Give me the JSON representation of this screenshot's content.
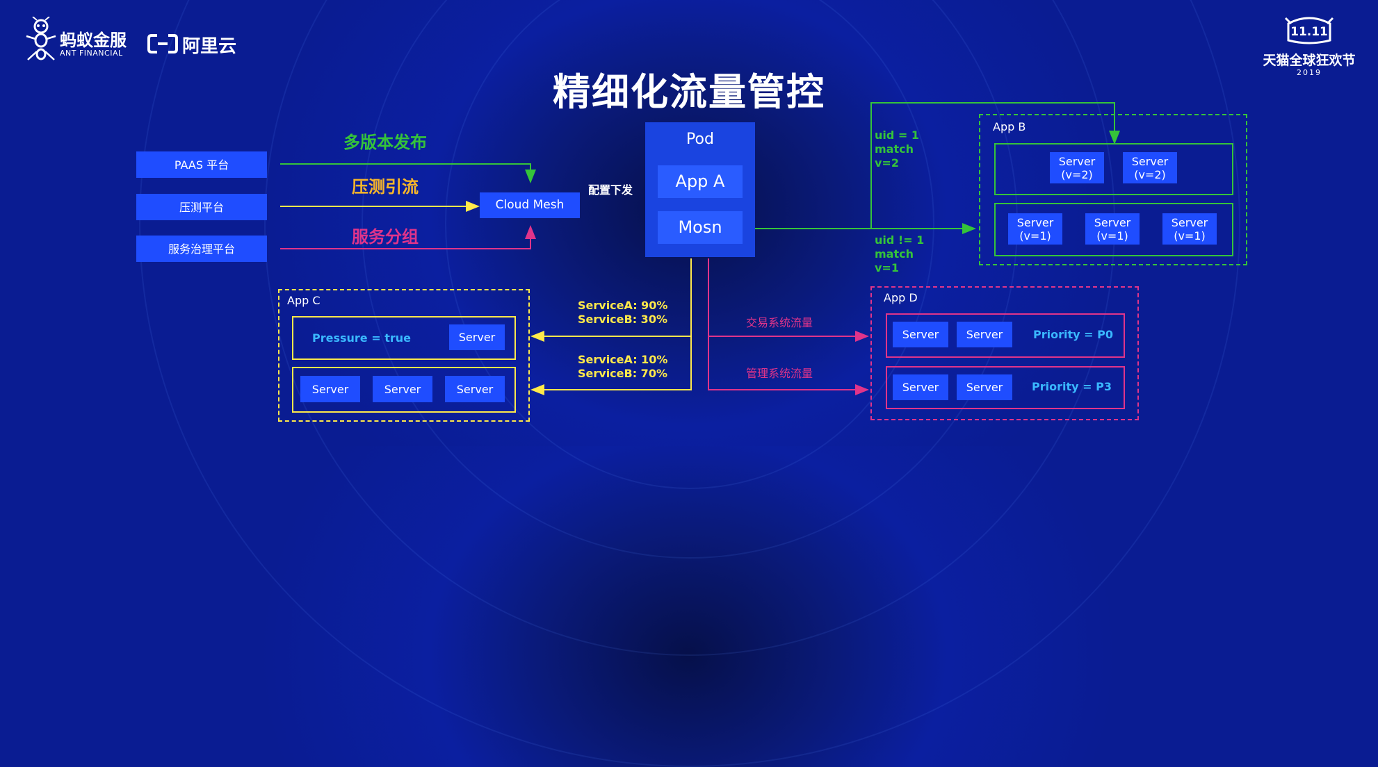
{
  "title": "精细化流量管控",
  "logos": {
    "ant_cn": "蚂蚁金服",
    "ant_en": "ANT FINANCIAL",
    "aliyun": "阿里云",
    "tmall_badge": "11.11",
    "tmall_name": "天猫全球狂欢节",
    "tmall_year": "2019"
  },
  "platforms": {
    "paas": "PAAS 平台",
    "stress": "压测平台",
    "governance": "服务治理平台"
  },
  "flow_labels": {
    "multi_version": "多版本发布",
    "stress_drain": "压测引流",
    "service_group": "服务分组",
    "config_push": "配置下发"
  },
  "cloud_mesh": "Cloud Mesh",
  "pod": {
    "title": "Pod",
    "app": "App A",
    "mesh": "Mosn"
  },
  "app_b": {
    "title": "App B",
    "rule_match": "uid = 1\nmatch\nv=2",
    "rule_nomatch": "uid != 1\nmatch\nv=1",
    "server_v2": "Server\n(v=2)",
    "server_v1": "Server\n(v=1)"
  },
  "app_c": {
    "title": "App C",
    "pressure": "Pressure = true",
    "server": "Server",
    "ratio_top": "ServiceA: 90%\nServiceB: 30%",
    "ratio_bottom": "ServiceA: 10%\nServiceB: 70%"
  },
  "app_d": {
    "title": "App D",
    "trade_flow": "交易系统流量",
    "mgmt_flow": "管理系统流量",
    "server": "Server",
    "priority_p0": "Priority = P0",
    "priority_p3": "Priority = P3"
  },
  "colors": {
    "green": "#35c43a",
    "yellow": "#ffe94a",
    "pink": "#e0348a",
    "orange": "#f7b62a",
    "cyan": "#3ab8ff",
    "box_blue": "#1f4dff",
    "pod_blue": "#1a44e0"
  }
}
